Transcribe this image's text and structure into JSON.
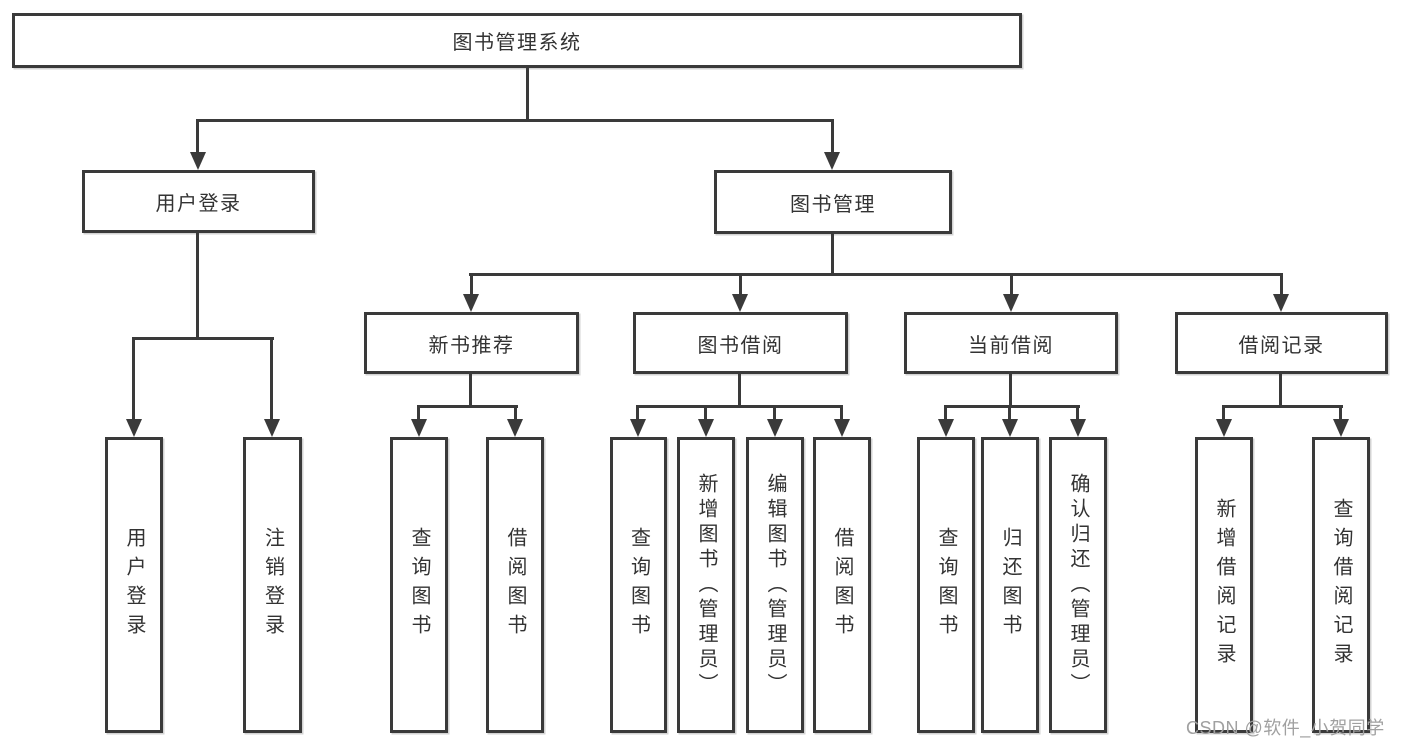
{
  "diagram": {
    "root": {
      "label": "图书管理系统"
    },
    "level2": [
      {
        "label": "用户登录",
        "children": [
          {
            "label": "用户登录"
          },
          {
            "label": "注销登录"
          }
        ]
      },
      {
        "label": "图书管理",
        "children": [
          {
            "label": "新书推荐",
            "children": [
              {
                "label": "查询图书"
              },
              {
                "label": "借阅图书"
              }
            ]
          },
          {
            "label": "图书借阅",
            "children": [
              {
                "label": "查询图书"
              },
              {
                "label": "新增图书（管理员）"
              },
              {
                "label": "编辑图书（管理员）"
              },
              {
                "label": "借阅图书"
              }
            ]
          },
          {
            "label": "当前借阅",
            "children": [
              {
                "label": "查询图书"
              },
              {
                "label": "归还图书"
              },
              {
                "label": "确认归还（管理员）"
              }
            ]
          },
          {
            "label": "借阅记录",
            "children": [
              {
                "label": "新增借阅记录"
              },
              {
                "label": "查询借阅记录"
              }
            ]
          }
        ]
      }
    ],
    "watermark": "CSDN @软件_小贺同学",
    "colors": {
      "line": "#3a3a3a",
      "text": "#333333",
      "watermark": "#a0a0a0",
      "background": "#ffffff"
    }
  }
}
